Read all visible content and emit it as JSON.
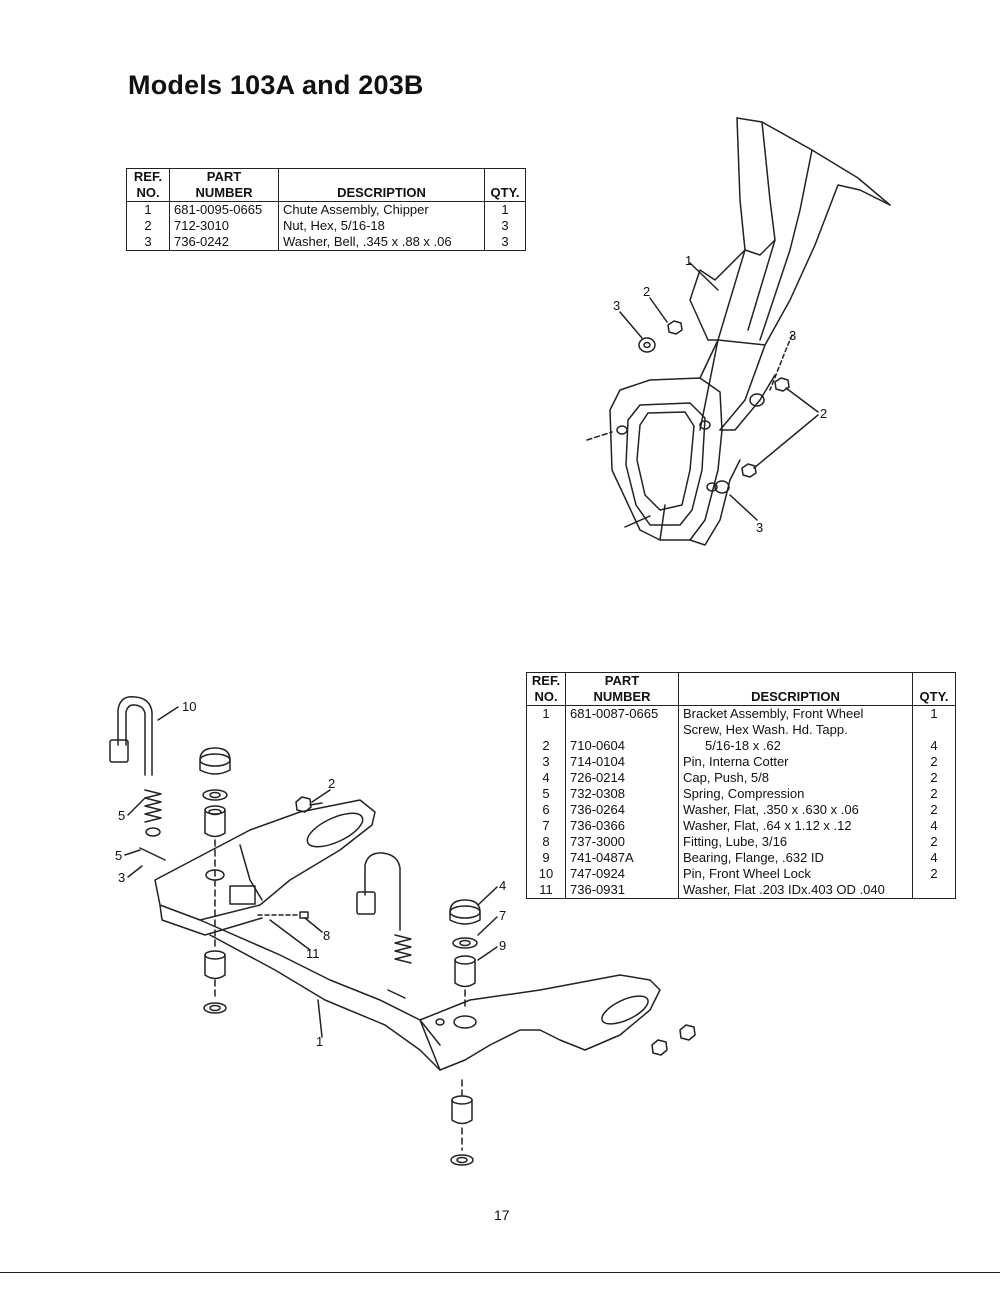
{
  "page_title": "Models 103A and 203B",
  "page_number": "17",
  "table1": {
    "headers": {
      "ref": "REF.\nNO.",
      "part": "PART\nNUMBER",
      "desc": "DESCRIPTION",
      "qty": "QTY."
    },
    "rows": [
      {
        "ref": "1",
        "part": "681-0095-0665",
        "desc": "Chute Assembly, Chipper",
        "qty": "1"
      },
      {
        "ref": "2",
        "part": "712-3010",
        "desc": "Nut, Hex, 5/16-18",
        "qty": "3"
      },
      {
        "ref": "3",
        "part": "736-0242",
        "desc": "Washer, Bell, .345 x .88 x .06",
        "qty": "3"
      }
    ]
  },
  "table2": {
    "headers": {
      "ref": "REF.\nNO.",
      "part": "PART\nNUMBER",
      "desc": "DESCRIPTION",
      "qty": "QTY."
    },
    "rows": [
      {
        "ref": "1",
        "part": "681-0087-0665",
        "desc": "Bracket Assembly, Front Wheel",
        "desc2": "",
        "qty": "1"
      },
      {
        "ref": "2",
        "part": "710-0604",
        "desc": "Screw, Hex Wash. Hd. Tapp.",
        "desc2": "5/16-18 x .62",
        "qty": "4"
      },
      {
        "ref": "3",
        "part": "714-0104",
        "desc": "Pin, Interna Cotter",
        "desc2": "",
        "qty": "2"
      },
      {
        "ref": "4",
        "part": "726-0214",
        "desc": "Cap, Push, 5/8",
        "desc2": "",
        "qty": "2"
      },
      {
        "ref": "5",
        "part": "732-0308",
        "desc": "Spring, Compression",
        "desc2": "",
        "qty": "2"
      },
      {
        "ref": "6",
        "part": "736-0264",
        "desc": "Washer, Flat, .350 x .630 x .06",
        "desc2": "",
        "qty": "2"
      },
      {
        "ref": "7",
        "part": "736-0366",
        "desc": "Washer, Flat, .64 x 1.12 x .12",
        "desc2": "",
        "qty": "4"
      },
      {
        "ref": "8",
        "part": "737-3000",
        "desc": "Fitting, Lube, 3/16",
        "desc2": "",
        "qty": "2"
      },
      {
        "ref": "9",
        "part": "741-0487A",
        "desc": "Bearing, Flange, .632 ID",
        "desc2": "",
        "qty": "4"
      },
      {
        "ref": "10",
        "part": "747-0924",
        "desc": "Pin, Front Wheel Lock",
        "desc2": "",
        "qty": "2"
      },
      {
        "ref": "11",
        "part": "736-0931",
        "desc": "Washer, Flat .203 IDx.403 OD .040",
        "desc2": "",
        "qty": ""
      }
    ]
  },
  "callouts_top": [
    "1",
    "2",
    "3",
    "3",
    "2",
    "3"
  ],
  "callouts_bottom": [
    "10",
    "5",
    "5",
    "3",
    "2",
    "8",
    "11",
    "4",
    "7",
    "9",
    "1"
  ]
}
